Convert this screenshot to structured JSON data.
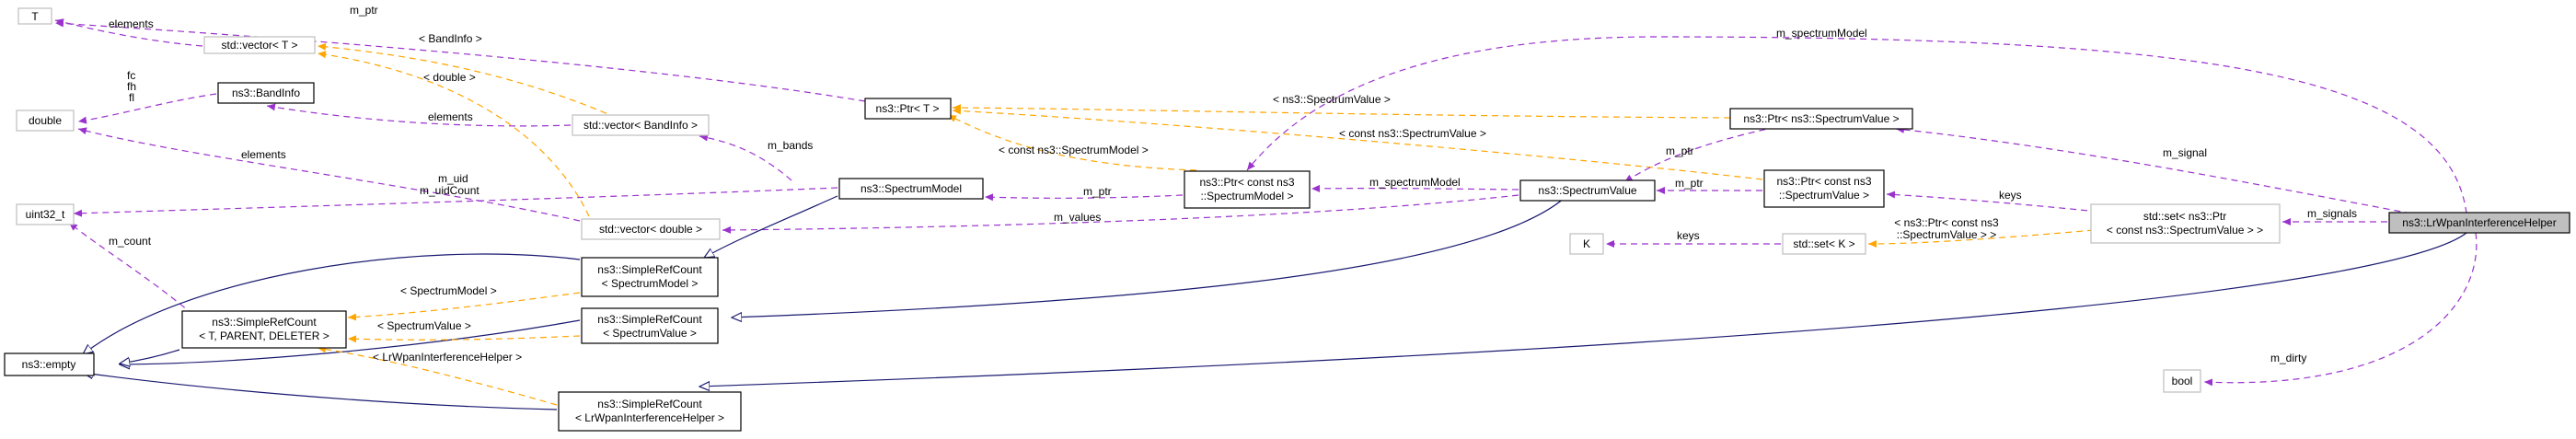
{
  "nodes": {
    "T": "T",
    "std_vector_T": "std::vector< T >",
    "double": "double",
    "ns3_BandInfo": "ns3::BandInfo",
    "std_vector_BandInfo": "std::vector< BandInfo >",
    "uint32_t": "uint32_t",
    "ns3_empty": "ns3::empty",
    "ns3_SimpleRefCount_T_1": "ns3::SimpleRefCount",
    "ns3_SimpleRefCount_T_2": "< T, PARENT, DELETER >",
    "ns3_Ptr_T": "ns3::Ptr< T >",
    "ns3_SpectrumModel": "ns3::SpectrumModel",
    "std_vector_double": "std::vector< double >",
    "ns3_SimpleRefCount_SM_1": "ns3::SimpleRefCount",
    "ns3_SimpleRefCount_SM_2": "< SpectrumModel >",
    "ns3_SimpleRefCount_SV_1": "ns3::SimpleRefCount",
    "ns3_SimpleRefCount_SV_2": "< SpectrumValue >",
    "ns3_SimpleRefCount_LW_1": "ns3::SimpleRefCount",
    "ns3_SimpleRefCount_LW_2": "< LrWpanInterferenceHelper >",
    "ns3_Ptr_const_SM_1": "ns3::Ptr< const ns3",
    "ns3_Ptr_const_SM_2": "::SpectrumModel >",
    "ns3_SpectrumValue": "ns3::SpectrumValue",
    "ns3_Ptr_SV": "ns3::Ptr< ns3::SpectrumValue >",
    "ns3_Ptr_const_SV_1": "ns3::Ptr< const ns3",
    "ns3_Ptr_const_SV_2": "::SpectrumValue >",
    "K": "K",
    "std_set_K": "std::set< K >",
    "std_set_Ptr_1": "std::set< ns3::Ptr",
    "std_set_Ptr_2": "< const ns3::SpectrumValue > >",
    "bool": "bool",
    "focus": "ns3::LrWpanInterferenceHelper"
  },
  "edge_labels": {
    "m_ptr_T": "m_ptr",
    "elements_T": "elements",
    "bandinfo_tpl": "< BandInfo >",
    "double_tpl": "< double >",
    "fc": "fc",
    "fh": "fh",
    "fl": "fl",
    "elements_bandinfo": "elements",
    "elements_double": "elements",
    "m_bands": "m_bands",
    "m_uid": "m_uid",
    "m_uidCount": "m_uidCount",
    "m_count": "m_count",
    "sv_tpl_ptr": "< ns3::SpectrumValue >",
    "csv_tpl_ptr": "< const ns3::SpectrumValue >",
    "csm_tpl_ptr": "< const ns3::SpectrumModel >",
    "m_ptr_sm": "m_ptr",
    "m_spectrumModel_sv": "m_spectrumModel",
    "m_values": "m_values",
    "m_ptr_sv1": "m_ptr",
    "m_ptr_sv2": "m_ptr",
    "sm_tpl_ref": "< SpectrumModel >",
    "sv_tpl_ref": "< SpectrumValue >",
    "lw_tpl_ref": "< LrWpanInterferenceHelper >",
    "m_spectrumModel_top": "m_spectrumModel",
    "m_signal": "m_signal",
    "m_signals": "m_signals",
    "keys_set": "keys",
    "keys_k": "keys",
    "set_tpl_1": "< ns3::Ptr< const ns3",
    "set_tpl_2": "::SpectrumValue > >",
    "m_dirty": "m_dirty"
  },
  "colors": {
    "usage_edge": "#9a32cd",
    "template_edge": "#ffa500",
    "inheritance_edge": "#191970",
    "focus_fill": "#bfbfbf",
    "undocumented_border": "#bfbfbf"
  }
}
